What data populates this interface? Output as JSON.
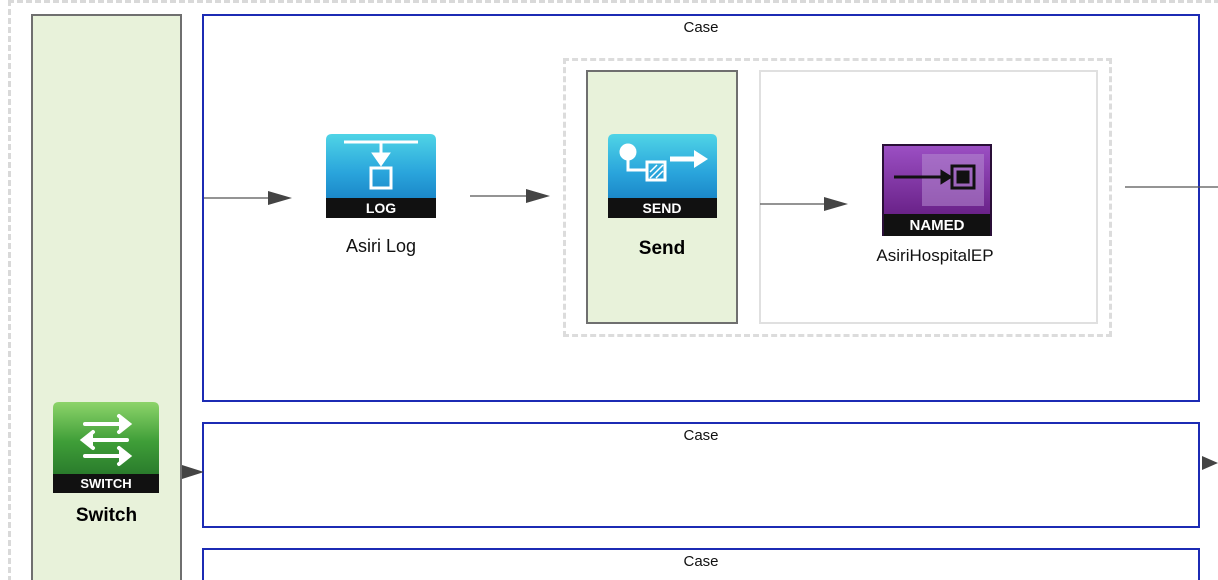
{
  "switch_mediator": {
    "label": "Switch",
    "icon": "switch-icon",
    "icon_caption": "SWITCH",
    "color": "#3f9e38"
  },
  "cases": [
    {
      "label": "Case"
    },
    {
      "label": "Case"
    },
    {
      "label": "Case"
    }
  ],
  "log_mediator": {
    "label": "Asiri Log",
    "icon": "log-icon",
    "icon_caption": "LOG",
    "color": "#2aa5dc"
  },
  "send_mediator": {
    "label": "Send",
    "icon": "send-icon",
    "icon_caption": "SEND",
    "color": "#2aa5dc"
  },
  "endpoint": {
    "label": "AsiriHospitalEP",
    "icon": "named-endpoint-icon",
    "icon_caption": "NAMED",
    "color": "#7a2e9c"
  },
  "colors": {
    "case_border": "#1c2bb4",
    "mediator_panel": "#e8f2da",
    "arrow": "#555555"
  }
}
